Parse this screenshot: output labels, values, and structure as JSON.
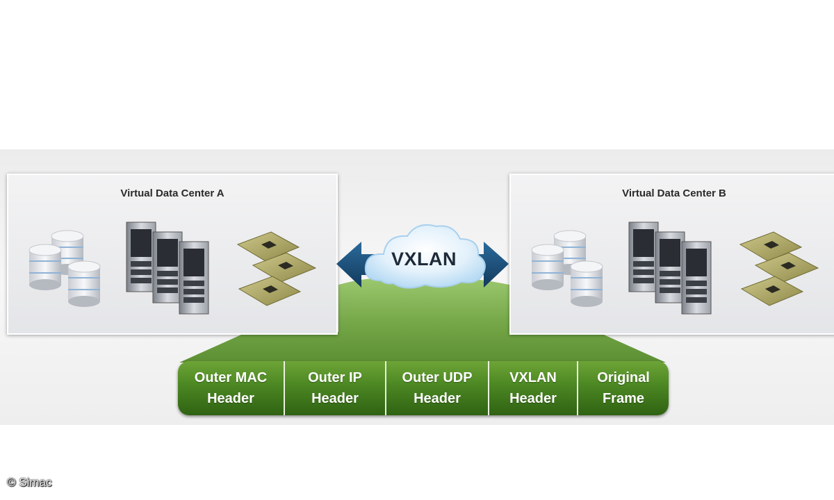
{
  "diagram": {
    "left_center": {
      "title": "Virtual Data Center A"
    },
    "right_center": {
      "title": "Virtual Data Center B"
    },
    "tunnel_label": "VXLAN",
    "packet_fields": [
      {
        "label": "Outer MAC\nHeader"
      },
      {
        "label": "Outer IP\nHeader"
      },
      {
        "label": "Outer UDP\nHeader"
      },
      {
        "label": "VXLAN\nHeader"
      },
      {
        "label": "Original\nFrame"
      }
    ],
    "icons": [
      "database-icon",
      "server-rack-icon",
      "cpu-chip-icon",
      "cloud-icon",
      "arrow-left-icon",
      "arrow-right-icon"
    ],
    "colors": {
      "packet_green": "#4e8a24",
      "arrow_blue": "#1d4f79",
      "cloud_blue": "#cfe6f7"
    }
  },
  "copyright": "© Simac"
}
